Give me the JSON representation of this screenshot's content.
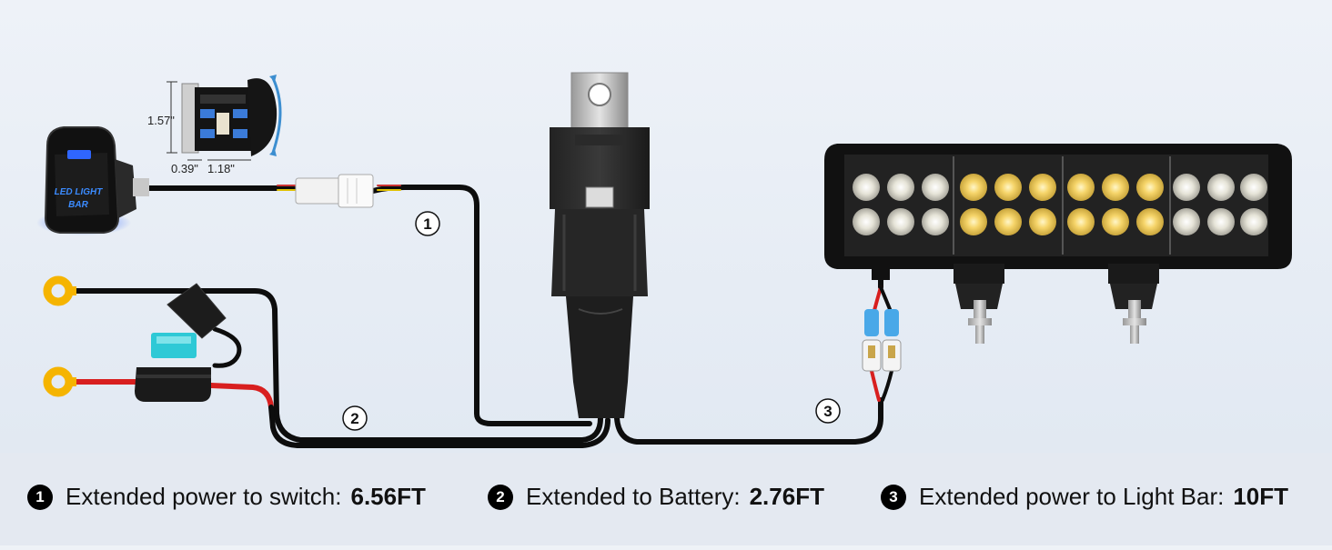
{
  "switch": {
    "label_line1": "LED LIGHT",
    "label_line2": "BAR"
  },
  "dimensions": {
    "height": "1.57\"",
    "depth": "0.39\"",
    "width": "1.18\""
  },
  "callouts": [
    "1",
    "2",
    "3"
  ],
  "legend": [
    {
      "num": "1",
      "text": "Extended power to switch:",
      "value": "6.56FT"
    },
    {
      "num": "2",
      "text": "Extended to Battery:",
      "value": "2.76FT"
    },
    {
      "num": "3",
      "text": "Extended power to Light Bar:",
      "value": "10FT"
    }
  ],
  "colors": {
    "wire_black": "#0d0d0d",
    "wire_red": "#d81f1f",
    "terminal_yellow": "#f5b400",
    "fuse_blue": "#2ec9d6",
    "connector_blue": "#49a8e8",
    "led_warm": "#f6d56a",
    "led_cool": "#e8e8e0",
    "switch_glow": "#2f66ff"
  },
  "icons": [
    "rocker-switch-icon",
    "relay-icon",
    "fuse-holder-icon",
    "ring-terminal-icon",
    "led-light-bar-icon",
    "mounting-bracket-icon",
    "bullet-connector-icon",
    "plug-connector-icon"
  ]
}
